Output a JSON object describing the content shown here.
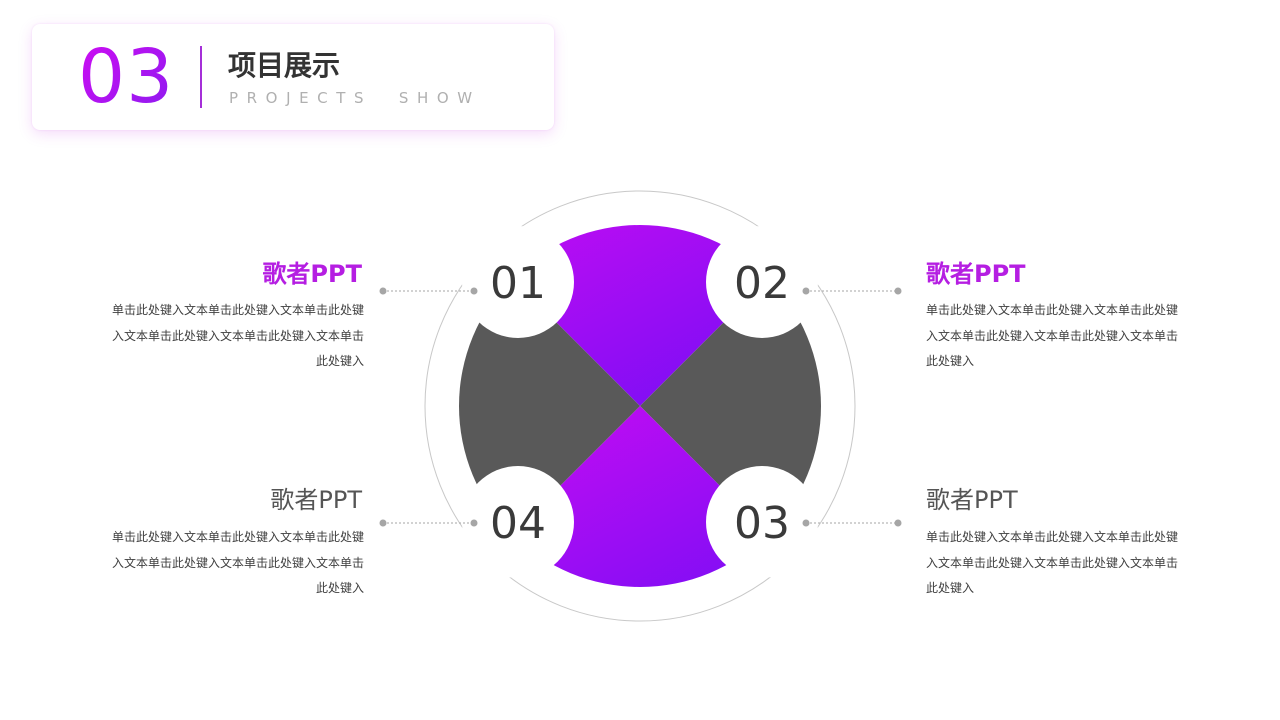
{
  "header": {
    "number": "03",
    "title": "项目展示",
    "subtitle": "PROJECTS  SHOW"
  },
  "items": [
    {
      "number": "01",
      "title": "歌者PPT",
      "desc": "单击此处键入文本单击此处键入文本单击此处键入文本单击此处键入文本单击此处键入文本单击此处键入"
    },
    {
      "number": "02",
      "title": "歌者PPT",
      "desc": "单击此处键入文本单击此处键入文本单击此处键入文本单击此处键入文本单击此处键入文本单击此处键入"
    },
    {
      "number": "03",
      "title": "歌者PPT",
      "desc": "单击此处键入文本单击此处键入文本单击此处键入文本单击此处键入文本单击此处键入文本单击此处键入"
    },
    {
      "number": "04",
      "title": "歌者PPT",
      "desc": "单击此处键入文本单击此处键入文本单击此处键入文本单击此处键入文本单击此处键入文本单击此处键入"
    }
  ],
  "colors": {
    "accent_purple": "#b51ee2",
    "gradient_start": "#d10cf2",
    "gradient_end": "#6a0ef5",
    "dark_gray": "#595959",
    "connector_gray": "#a6a6a6"
  }
}
